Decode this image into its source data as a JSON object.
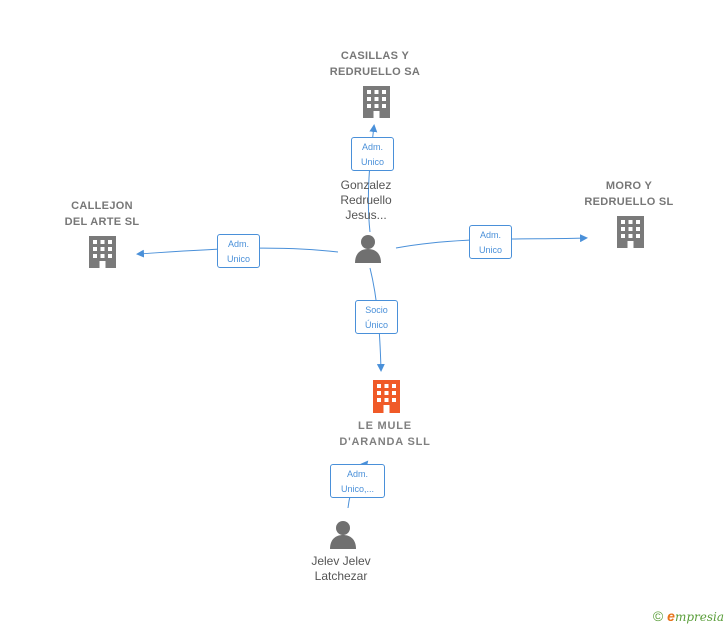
{
  "colors": {
    "edge": "#4a90d9",
    "company_icon": "#7a7a7a",
    "focus_icon": "#f05a28",
    "person_icon": "#707070"
  },
  "nodes": {
    "casillas": {
      "line1": "CASILLAS Y",
      "line2": "REDRUELLO SA",
      "icon": "building-icon"
    },
    "callejon": {
      "line1": "CALLEJON",
      "line2": "DEL ARTE SL",
      "icon": "building-icon"
    },
    "moro": {
      "line1": "MORO Y",
      "line2": "REDRUELLO SL",
      "icon": "building-icon"
    },
    "lemule": {
      "line1": "LE MULE",
      "line2": "D'ARANDA SLL",
      "icon": "building-icon"
    },
    "gonzalez": {
      "line1": "Gonzalez",
      "line2": "Redruello",
      "line3": "Jesus...",
      "icon": "person-icon"
    },
    "jelev": {
      "line1": "Jelev Jelev",
      "line2": "Latchezar",
      "icon": "person-icon"
    }
  },
  "edges": {
    "to_casillas": {
      "line1": "Adm.",
      "line2": "Unico"
    },
    "to_callejon": {
      "line1": "Adm.",
      "line2": "Unico"
    },
    "to_moro": {
      "line1": "Adm.",
      "line2": "Unico"
    },
    "to_lemule": {
      "line1": "Socio",
      "line2": "Único"
    },
    "jelev_to_lemule": {
      "line1": "Adm.",
      "line2": "Unico,..."
    }
  },
  "footer": {
    "copyright": "©",
    "brand_first": "e",
    "brand_rest": "mpresia"
  }
}
